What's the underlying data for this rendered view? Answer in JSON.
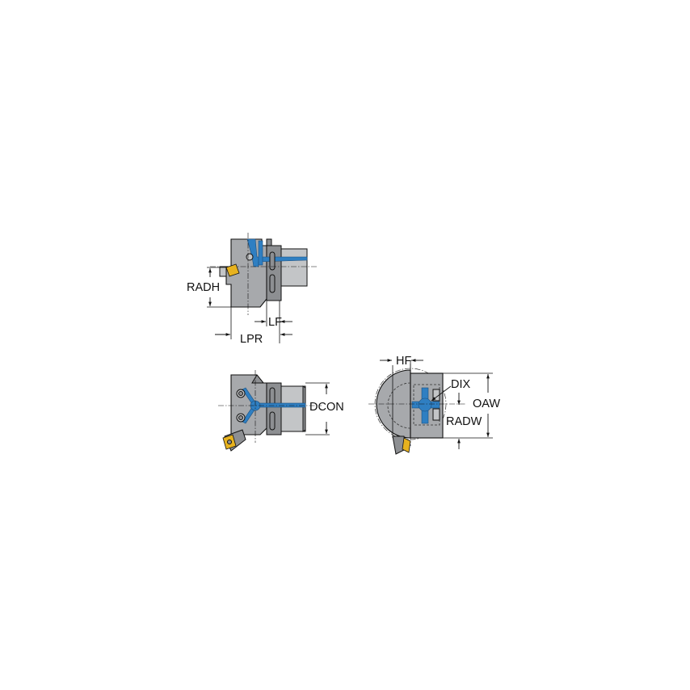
{
  "colors": {
    "background": "#ffffff",
    "body": "#a7a9ac",
    "coolant": "#2f7fc2",
    "insert": "#e7b21f",
    "line": "#111111"
  },
  "labels": {
    "radh": "RADH",
    "lf": "LF",
    "lpr": "LPR",
    "dcon": "DCON",
    "hf": "HF",
    "dix": "DIX",
    "oaw": "OAW",
    "radw": "RADW"
  }
}
